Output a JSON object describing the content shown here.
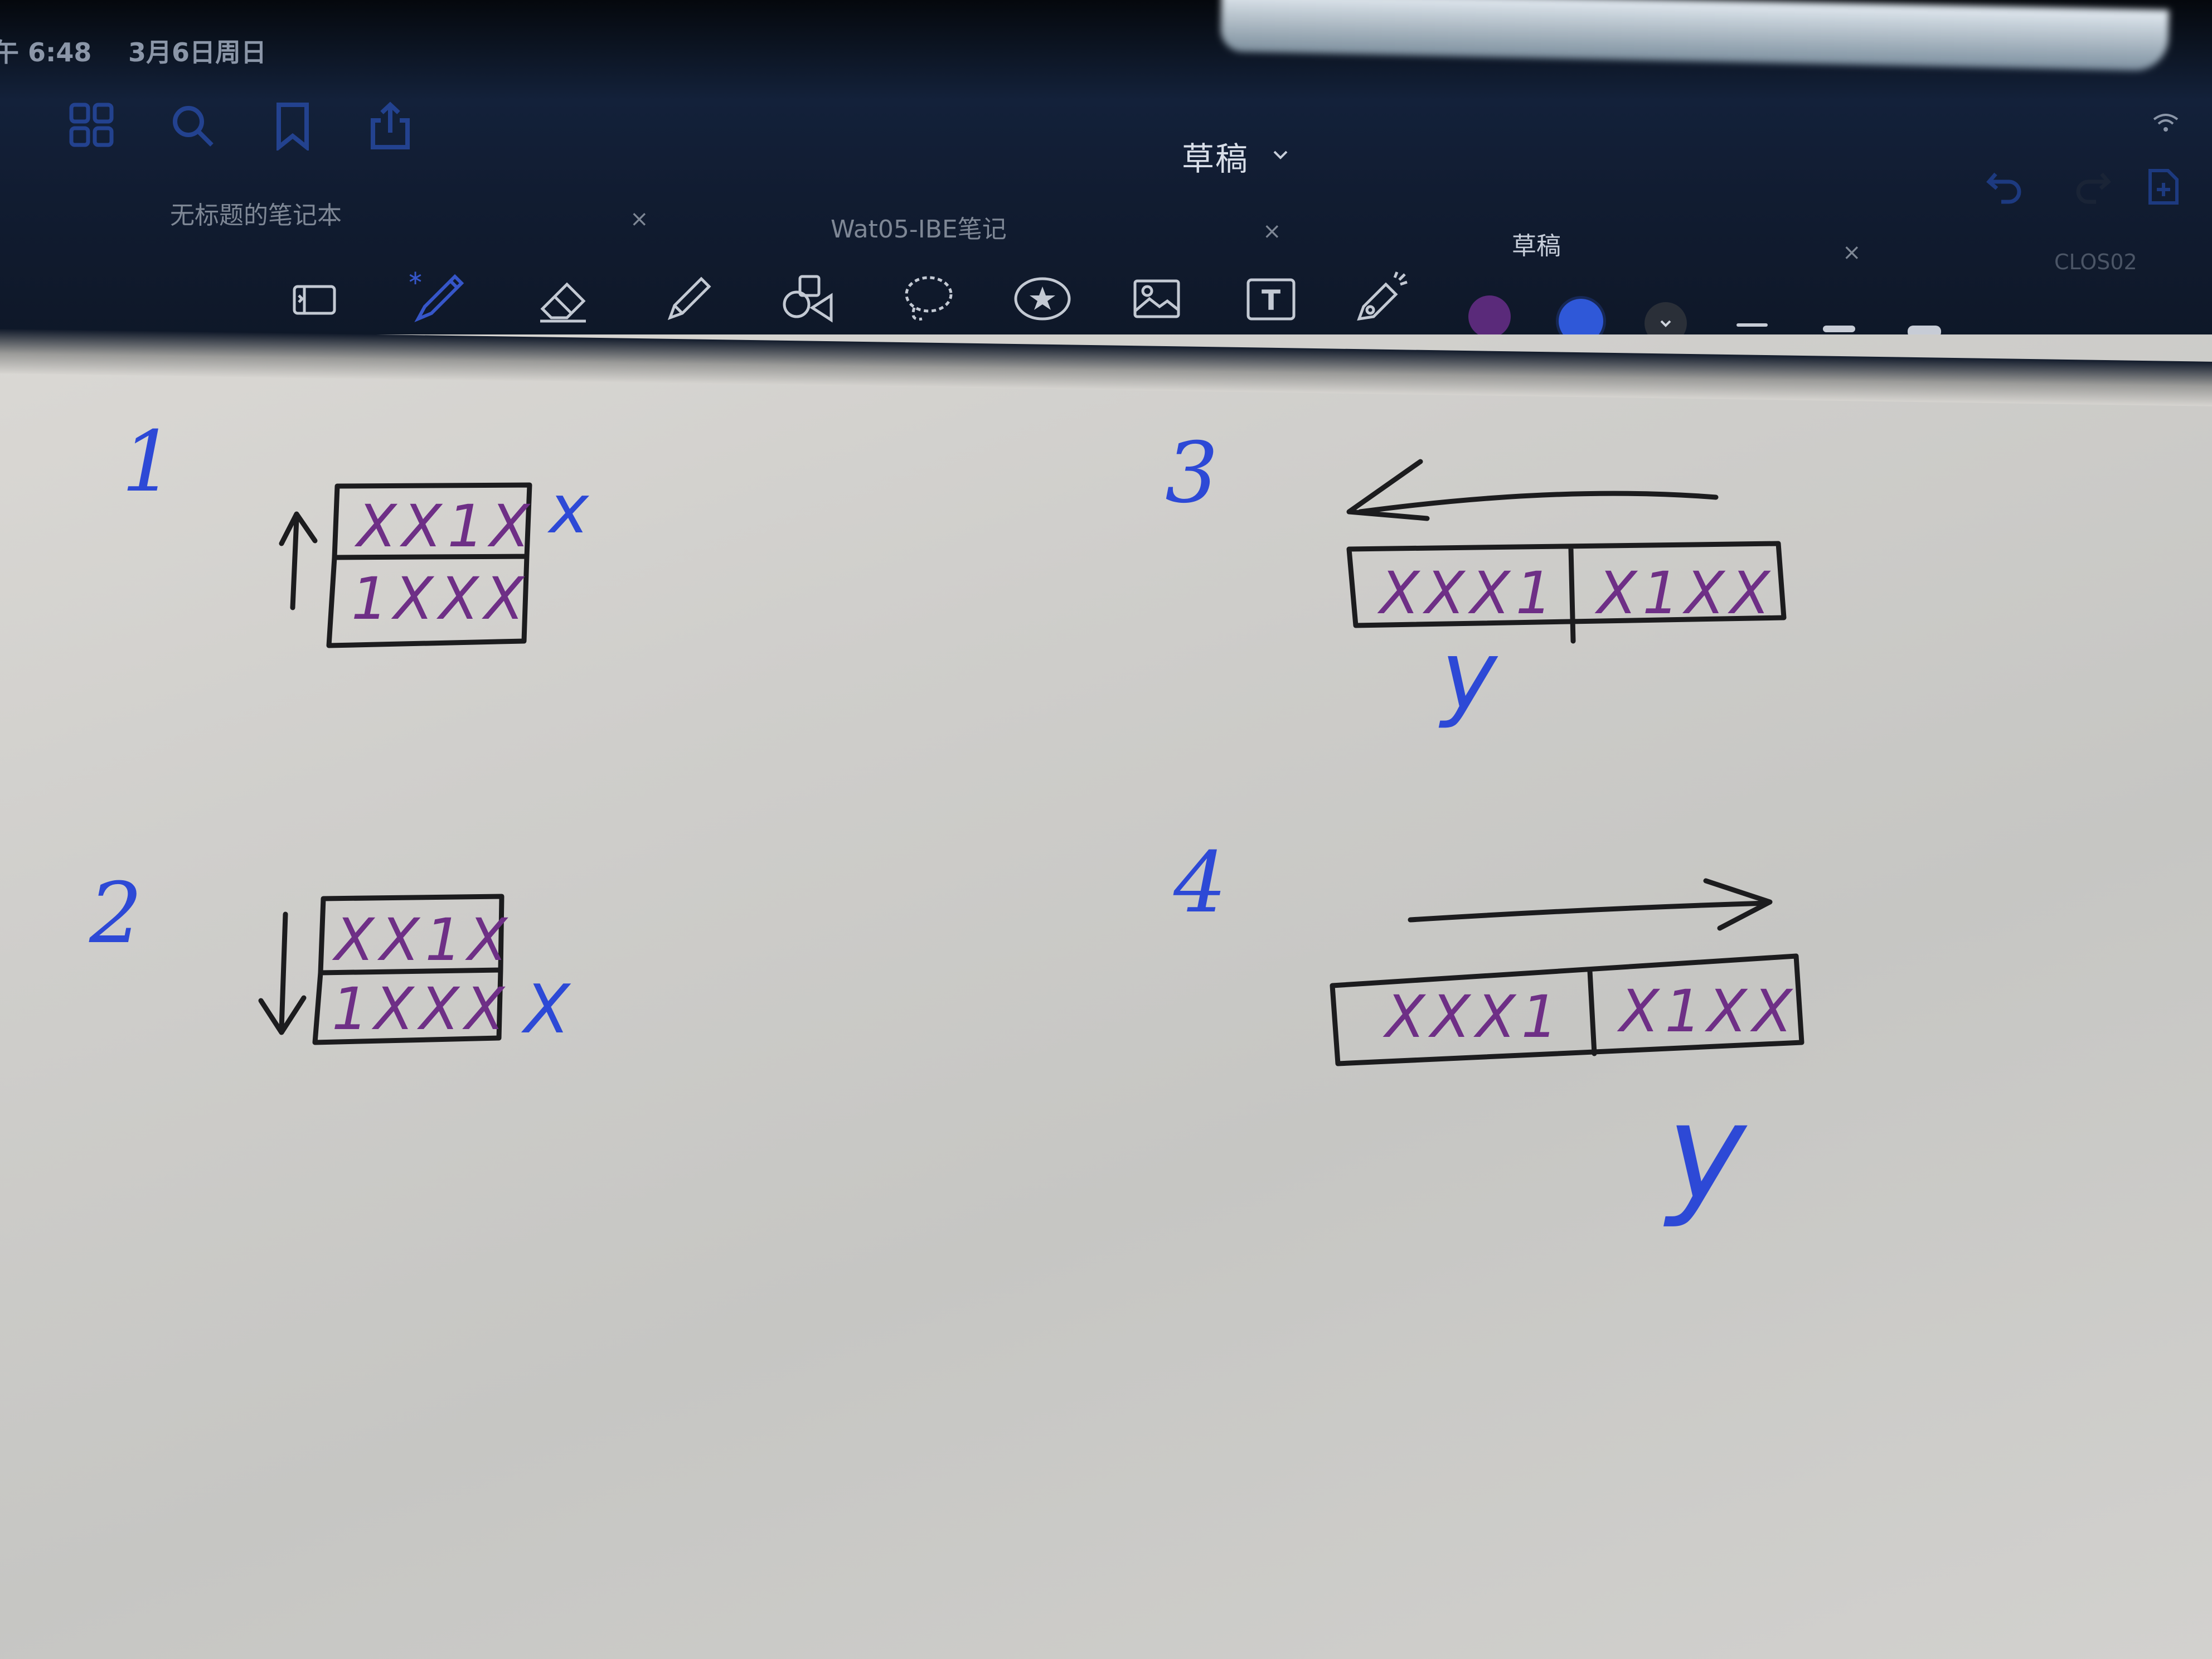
{
  "status_bar": {
    "time": "午 6:48",
    "date": "3月6日周日"
  },
  "header": {
    "document_title": "草稿"
  },
  "tabs": [
    {
      "label": "无标题的笔记本",
      "close": "×"
    },
    {
      "label": "Wat05-IBE笔记",
      "close": "×"
    },
    {
      "label": "草稿",
      "close": "×",
      "active": true
    },
    {
      "label": "CLOS02"
    }
  ],
  "toolbar": {
    "tools": [
      "page-layout-icon",
      "pen-icon",
      "eraser-icon",
      "highlighter-icon",
      "shapes-icon",
      "lasso-icon",
      "sticker-icon",
      "image-icon",
      "text-icon",
      "laser-pointer-icon"
    ],
    "colors": [
      "#5a2a7a",
      "#2f58d8",
      "#2a2f38"
    ],
    "selected_color": "#2f58d8"
  },
  "canvas": {
    "diagrams": [
      {
        "number": "1",
        "cells": [
          "XX1X",
          "1XXX"
        ],
        "arrow": "up",
        "variable": "x"
      },
      {
        "number": "2",
        "cells": [
          "XX1X",
          "1XXX"
        ],
        "arrow": "down",
        "variable": "X"
      },
      {
        "number": "3",
        "cells": [
          "XXX1",
          "X1XX"
        ],
        "arrow": "left",
        "variable": "y"
      },
      {
        "number": "4",
        "cells": [
          "XXX1",
          "X1XX"
        ],
        "arrow": "right",
        "variable": "y"
      }
    ]
  }
}
